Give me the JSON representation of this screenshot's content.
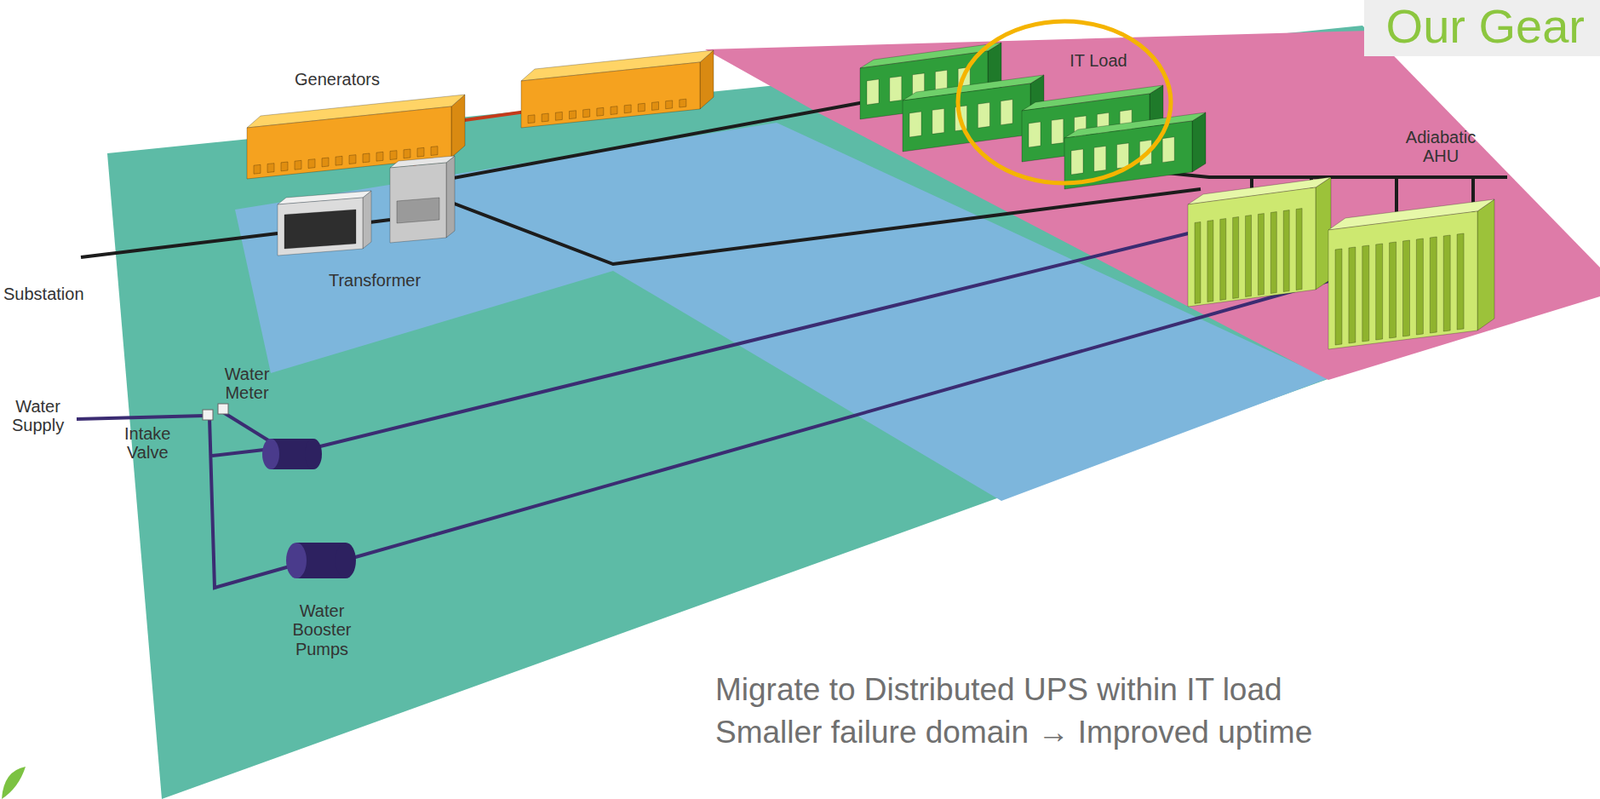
{
  "diagram": {
    "title": "Our Gear",
    "labels": [
      "Generators",
      "IT Load",
      "Adiabatic AHU",
      "Transformer",
      "Substation",
      "Water Meter",
      "Water Supply",
      "Intake Valve",
      "Water Booster Pumps",
      "Migrate to Distributed UPS within IT load",
      "Smaller failure domain → Improved uptime"
    ]
  }
}
